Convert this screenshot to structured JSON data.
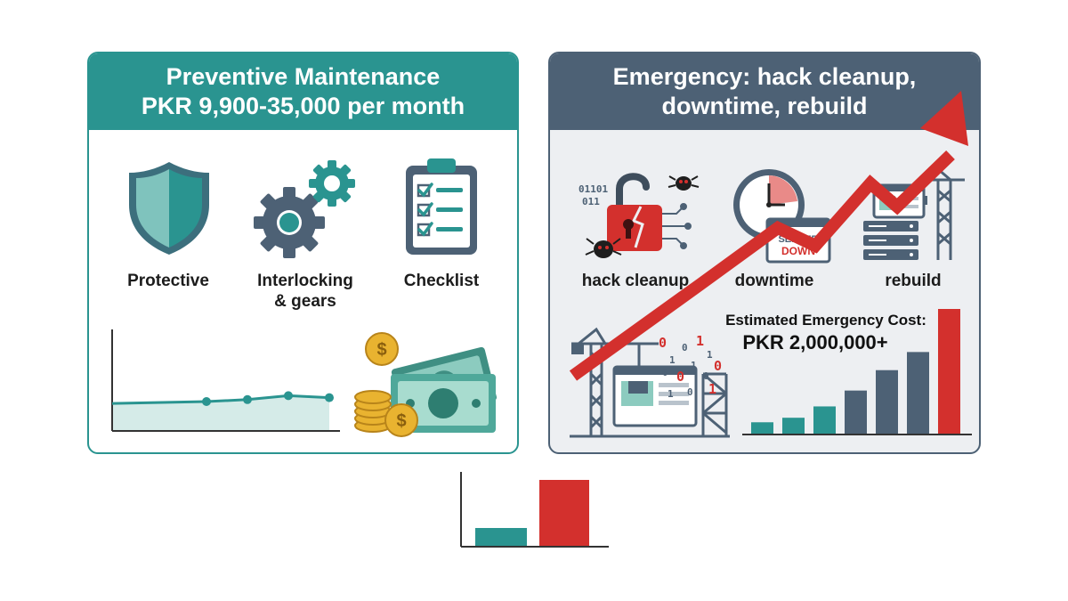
{
  "preventive": {
    "title_line1": "Preventive Maintenance",
    "title_line2": "PKR 9,900-35,000 per month",
    "icons": [
      {
        "label": "Protective",
        "icon": "shield-icon"
      },
      {
        "label": "Interlocking\n& gears",
        "icon": "gears-icon"
      },
      {
        "label": "Checklist",
        "icon": "clipboard-checklist-icon"
      }
    ],
    "trend_values": [
      0.28,
      0.3,
      0.32,
      0.36,
      0.34
    ],
    "currency_symbol": "$"
  },
  "emergency": {
    "title_line1": "Emergency: hack cleanup,",
    "title_line2": "downtime, rebuild",
    "icons": [
      {
        "label": "hack cleanup",
        "icon": "broken-padlock-icon"
      },
      {
        "label": "downtime",
        "icon": "clock-server-down-icon"
      },
      {
        "label": "rebuild",
        "icon": "server-crane-icon"
      }
    ],
    "binary_text_1": "01101",
    "binary_text_2": "011",
    "server_down_line1": "SERVER",
    "server_down_line2": "DOWN",
    "cost_label": "Estimated Emergency Cost:",
    "cost_value": "PKR 2,000,000+",
    "binary_digits": [
      "0",
      "1",
      "0",
      "1",
      "1",
      "0",
      "0",
      "1",
      "0",
      "0",
      "1",
      "0",
      "1"
    ],
    "bar_values": [
      1,
      1.4,
      2.4,
      3.8,
      5.6,
      7.2,
      11
    ]
  },
  "comparison": {
    "values": [
      1,
      3.7
    ],
    "colors": [
      "#2a9490",
      "#d3302d"
    ]
  },
  "colors": {
    "teal": "#2a9490",
    "slate": "#4d6175",
    "red": "#d3302d",
    "gold": "#e9b330",
    "money_green": "#4fa89a"
  }
}
